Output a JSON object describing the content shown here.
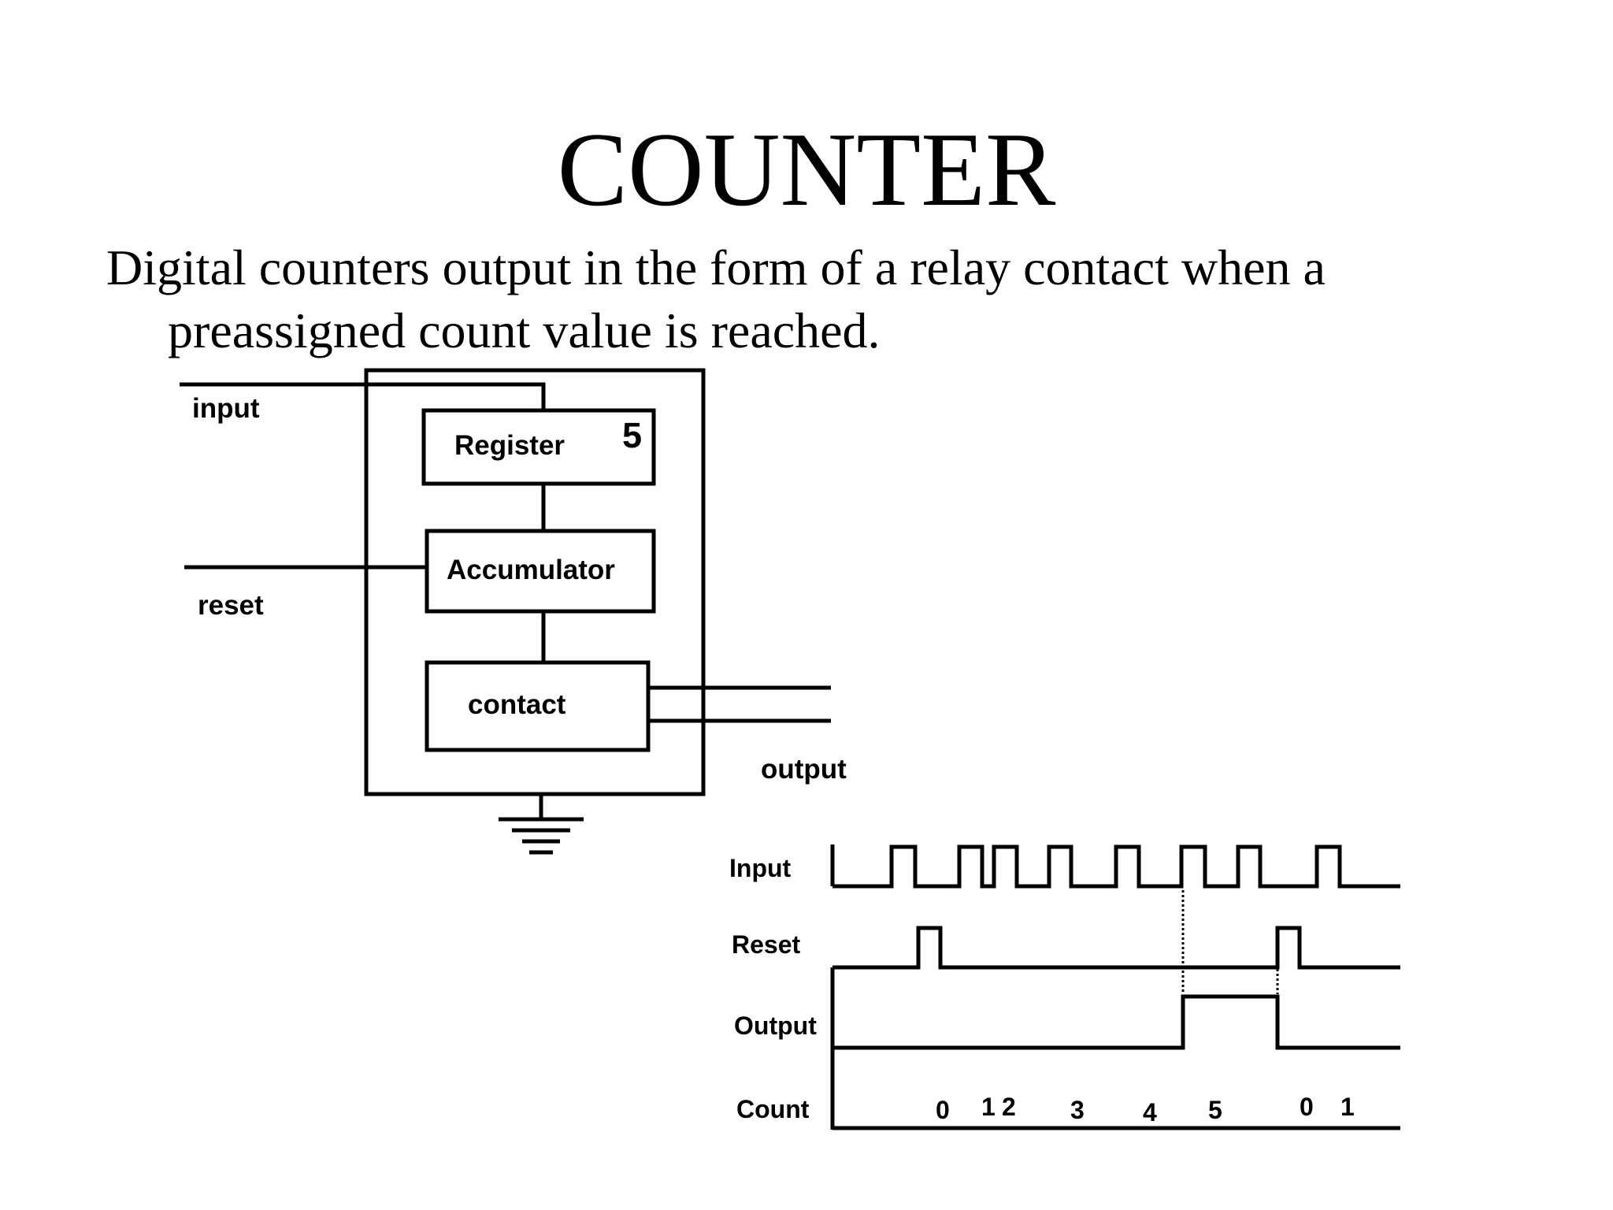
{
  "title": "COUNTER",
  "body": {
    "line1": "Digital counters output in the form of a relay contact when a",
    "line2": "preassigned count value is reached."
  },
  "block_diagram": {
    "input_label": "input",
    "reset_label": "reset",
    "output_label": "output",
    "register_label": "Register",
    "register_value": "5",
    "accumulator_label": "Accumulator",
    "contact_label": "contact",
    "ground_symbol": "ground-icon"
  },
  "timing_diagram": {
    "signal_labels": [
      "Input",
      "Reset",
      "Output",
      "Count"
    ],
    "count_values": [
      "0",
      "1",
      "2",
      "3",
      "4",
      "5",
      "0",
      "1"
    ]
  }
}
